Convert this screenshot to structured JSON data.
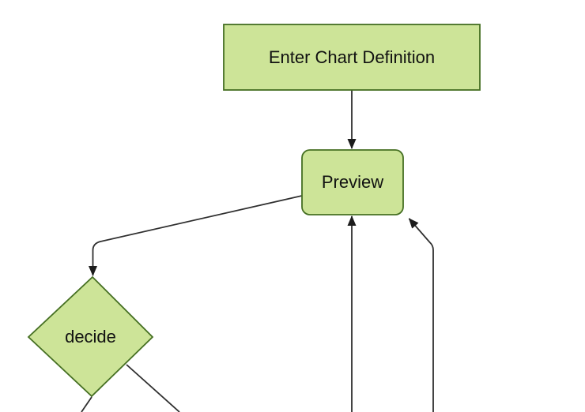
{
  "diagram": {
    "type": "flowchart",
    "direction": "top-down",
    "nodes": [
      {
        "id": "A",
        "label": "Enter Chart Definition",
        "shape": "rectangle"
      },
      {
        "id": "B",
        "label": "Preview",
        "shape": "rounded-rectangle"
      },
      {
        "id": "C",
        "label": "decide",
        "shape": "diamond"
      }
    ],
    "edges": [
      {
        "from": "Enter Chart Definition",
        "to": "Preview",
        "arrowhead": true
      },
      {
        "from": "Preview",
        "to": "decide",
        "arrowhead": true
      },
      {
        "from": "offscreen-bottom",
        "to": "Preview",
        "arrowhead": true
      },
      {
        "from": "offscreen-bottom",
        "to": "Preview",
        "arrowhead": true
      },
      {
        "from": "decide",
        "to": "offscreen-bottom-left",
        "arrowhead": false
      },
      {
        "from": "decide",
        "to": "offscreen-bottom-right",
        "arrowhead": false
      }
    ],
    "colors": {
      "background": "#ffffff",
      "node_fill": "#cde498",
      "node_border": "#456f22",
      "edge_line": "#2f2f2f",
      "arrowhead": "#1c1c1c",
      "text": "#111111"
    }
  }
}
